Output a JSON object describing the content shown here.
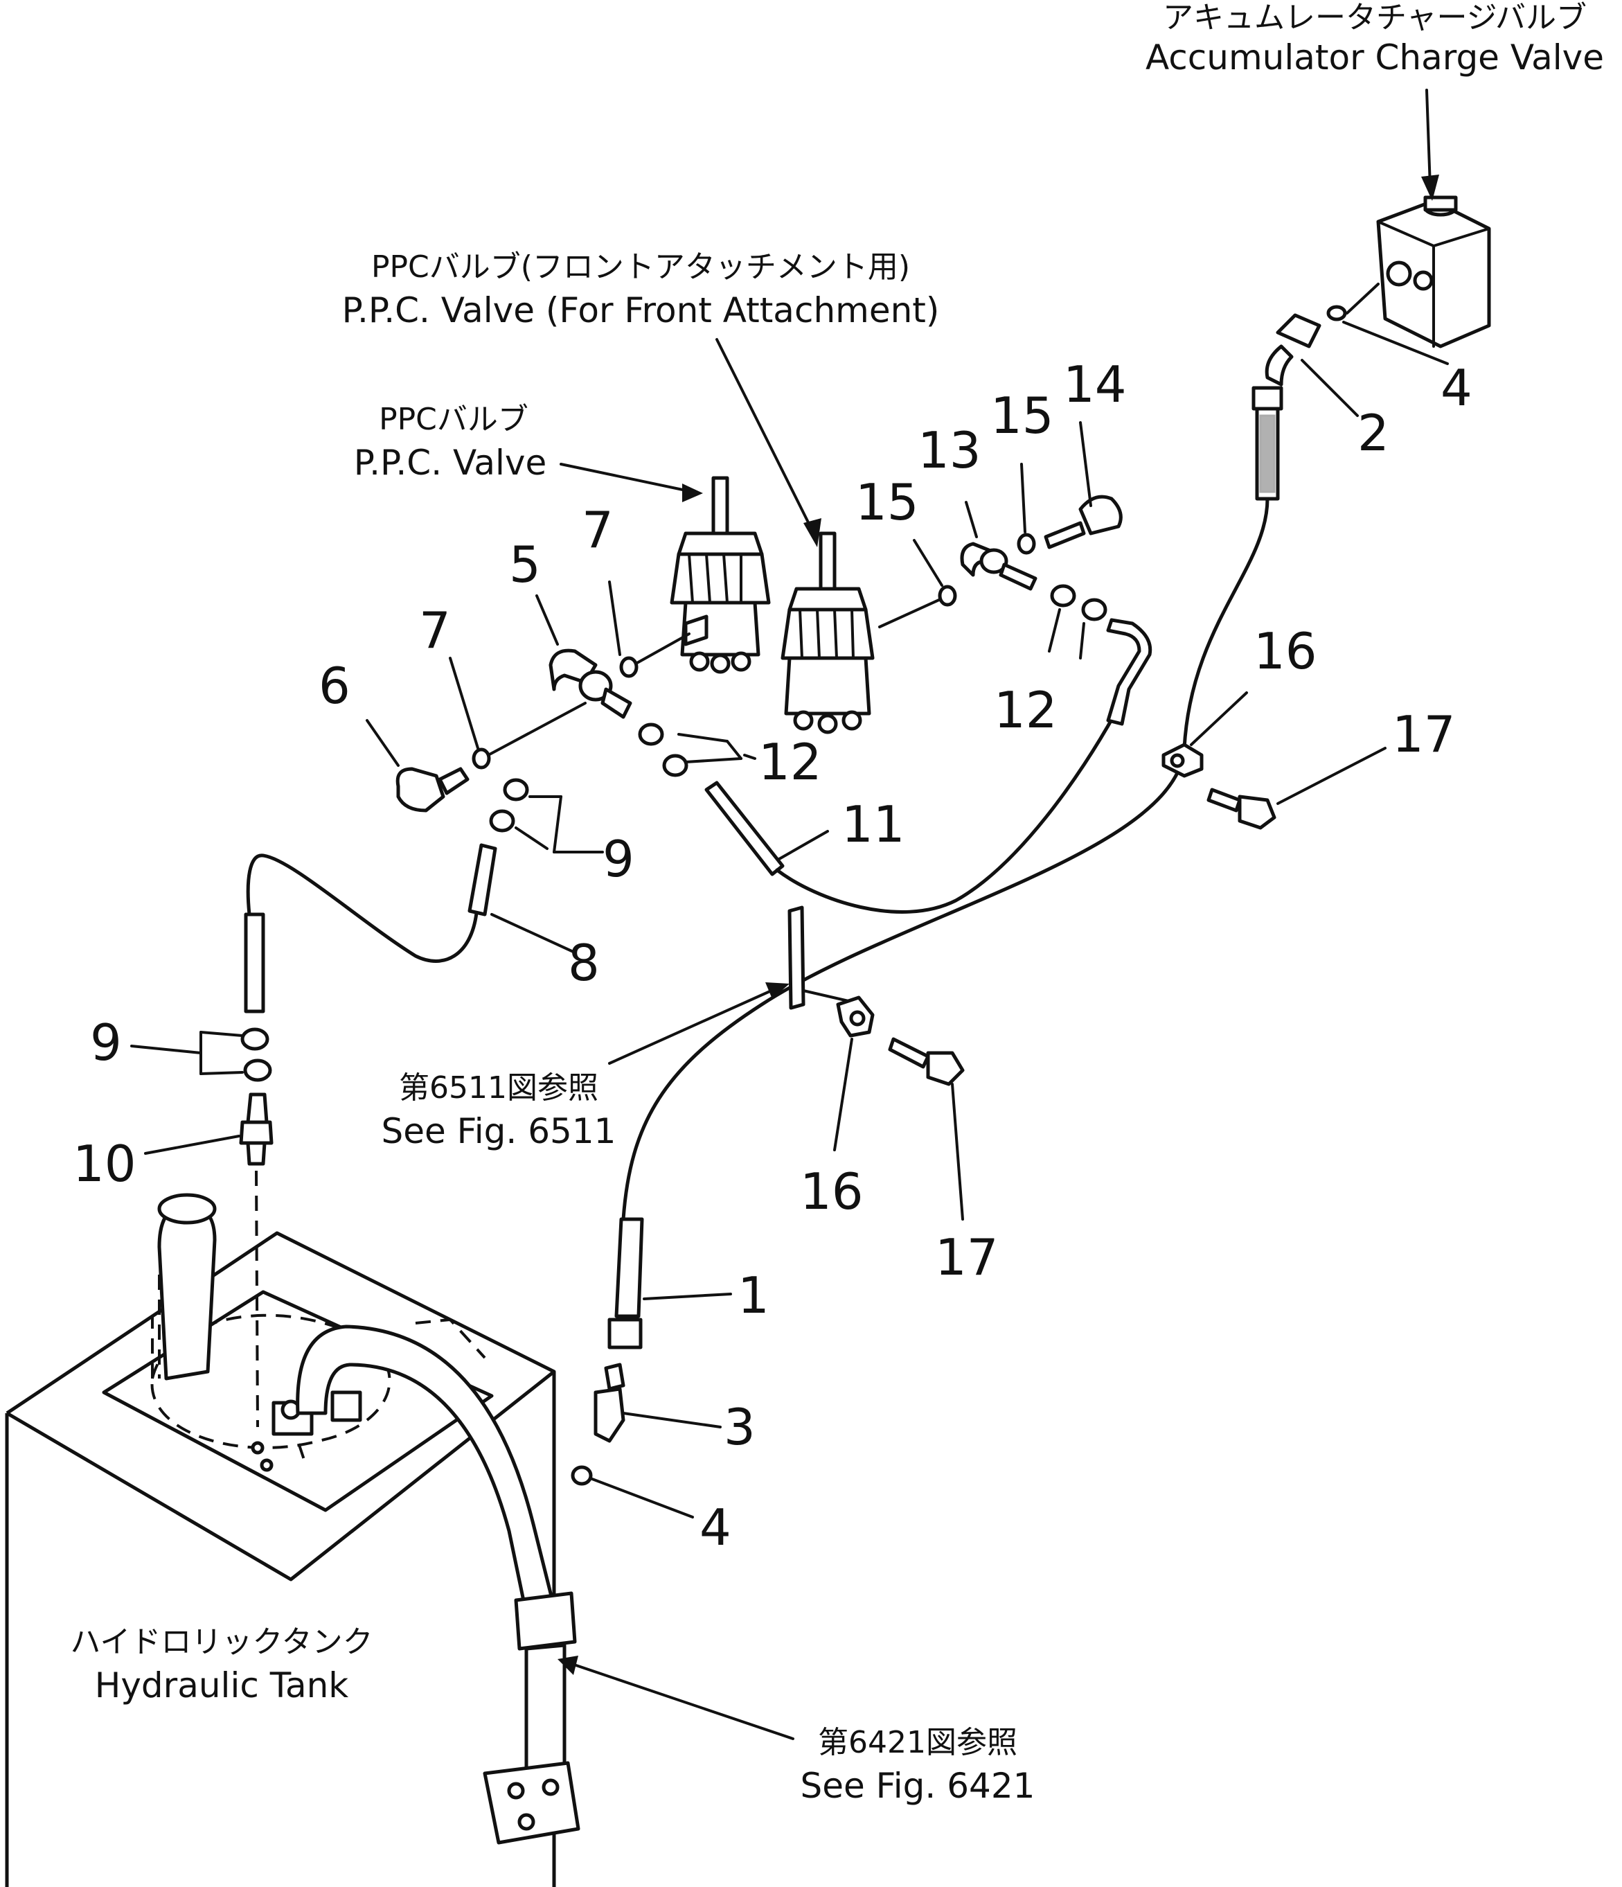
{
  "labels": {
    "accumulator_jp": "アキュムレータチャージバルブ",
    "accumulator_en": "Accumulator Charge Valve",
    "ppc_front_jp": "PPCバルブ(フロントアタッチメント用)",
    "ppc_front_en": "P.P.C. Valve (For Front Attachment)",
    "ppc_jp": "PPCバルブ",
    "ppc_en": "P.P.C. Valve",
    "fig6511_jp": "第6511図参照",
    "fig6511_en": "See Fig. 6511",
    "tank_jp": "ハイドロリックタンク",
    "tank_en": "Hydraulic Tank",
    "fig6421_jp": "第6421図参照",
    "fig6421_en": "See Fig. 6421"
  },
  "callouts": {
    "c1": "1",
    "c2": "2",
    "c3": "3",
    "c4a": "4",
    "c4b": "4",
    "c5": "5",
    "c6": "6",
    "c7a": "7",
    "c7b": "7",
    "c8": "8",
    "c9a": "9",
    "c9b": "9",
    "c10": "10",
    "c11": "11",
    "c12a": "12",
    "c12b": "12",
    "c13": "13",
    "c14": "14",
    "c15a": "15",
    "c15b": "15",
    "c16a": "16",
    "c16b": "16",
    "c17a": "17",
    "c17b": "17"
  }
}
